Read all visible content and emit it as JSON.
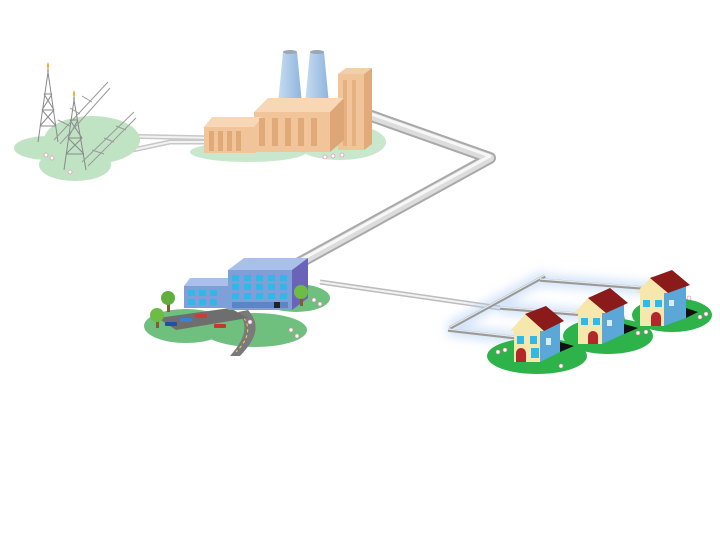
{
  "diagram": {
    "nodes": [
      {
        "id": "gas-wells",
        "icon": "gas-well-derrick-icon"
      },
      {
        "id": "processing-plant",
        "icon": "factory-icon"
      },
      {
        "id": "commercial-building",
        "icon": "office-building-icon"
      },
      {
        "id": "homes",
        "icon": "house-icon",
        "count": 3
      }
    ],
    "links": [
      {
        "from": "gas-wells",
        "to": "processing-plant"
      },
      {
        "from": "processing-plant",
        "to": "commercial-building"
      },
      {
        "from": "commercial-building",
        "to": "homes"
      }
    ],
    "colors": {
      "grass_light": "#bfe3c3",
      "grass_dark": "#2db34a",
      "pipe": "#d0d0d0",
      "factory": "#f2c49a",
      "stack": "#a9c7e6",
      "building": "#7f9fd9",
      "roof": "#8b1a1a"
    }
  }
}
